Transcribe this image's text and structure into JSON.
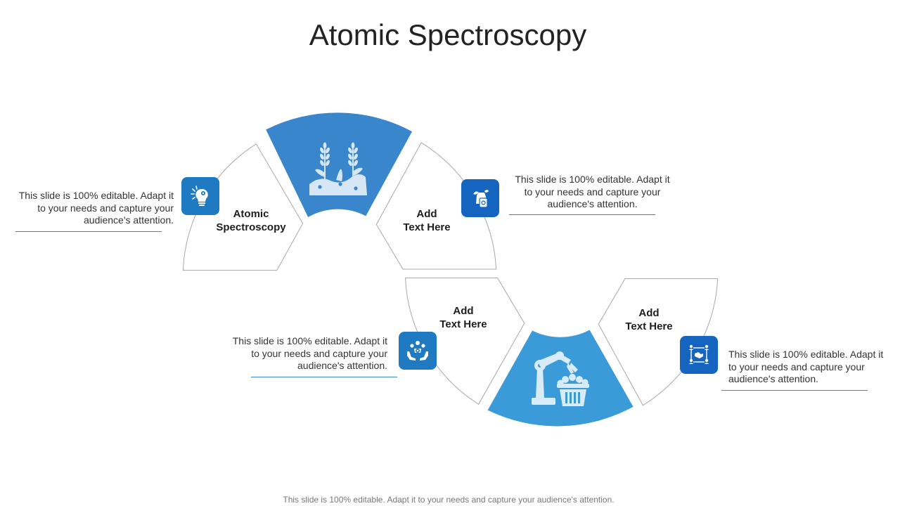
{
  "slide": {
    "title": "Atomic Spectroscopy",
    "footer": "This slide is 100% editable. Adapt it to your needs and capture your audience's attention."
  },
  "segments": [
    {
      "id": "top-left",
      "line1": "Atomic",
      "line2": "Spectroscopy"
    },
    {
      "id": "top-right",
      "line1": "Add",
      "line2": "Text Here"
    },
    {
      "id": "bottom-left",
      "line1": "Add",
      "line2": "Text Here"
    },
    {
      "id": "bottom-right",
      "line1": "Add",
      "line2": "Text Here"
    }
  ],
  "descriptions": [
    {
      "id": "desc-1",
      "text": "This slide is 100% editable. Adapt it to your needs and capture your audience's attention."
    },
    {
      "id": "desc-2",
      "text": "This slide is 100% editable. Adapt it to your needs and capture your audience's attention."
    },
    {
      "id": "desc-3",
      "text": "This slide is 100% editable. Adapt it to your needs and capture your audience's attention."
    },
    {
      "id": "desc-4",
      "text": "This slide is 100% editable. Adapt it to your needs and capture your audience's attention."
    }
  ],
  "icons": {
    "top_center": "wheat-field-icon",
    "bottom_center": "robotic-arm-basket-icon",
    "badge_1": "lightbulb-gear-icon",
    "badge_2": "plant-jar-icon",
    "badge_3": "team-hands-icon",
    "badge_4": "network-handshake-icon"
  },
  "colors": {
    "accent_top": "#3a86cc",
    "accent_bottom": "#3b9ad8",
    "badge_dark": "#1565c0",
    "badge_mid": "#1f7ac2",
    "outline": "#a8a8a8",
    "rule": "#3a86c8"
  }
}
